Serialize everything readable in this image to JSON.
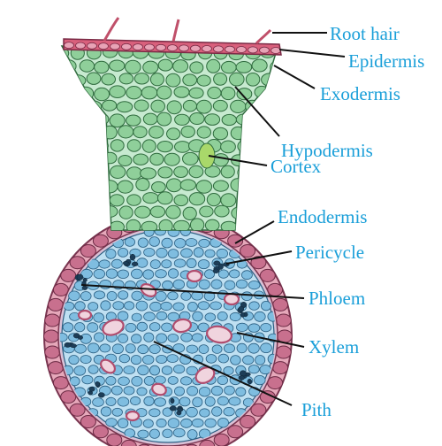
{
  "labels": [
    {
      "id": "root-hair",
      "text": "Root hair"
    },
    {
      "id": "epidermis",
      "text": "Epidermis"
    },
    {
      "id": "exodermis",
      "text": "Exodermis"
    },
    {
      "id": "hypodermis",
      "text": "Hypodermis"
    },
    {
      "id": "cortex",
      "text": "Cortex"
    },
    {
      "id": "endodermis",
      "text": "Endodermis"
    },
    {
      "id": "pericycle",
      "text": "Pericycle"
    },
    {
      "id": "phloem",
      "text": "Phloem"
    },
    {
      "id": "xylem",
      "text": "Xylem"
    },
    {
      "id": "pith",
      "text": "Pith"
    }
  ],
  "colors": {
    "label_text": "#1a9fd9",
    "leader_line": "#111111",
    "epidermis": "#d9607c",
    "epidermis_cell": "#e8a3b6",
    "root_hair": "#c0506a",
    "cortex_cell": "#8fcf9a",
    "cortex_fill": "#c7ead0",
    "cortex_outline": "#2f6b3e",
    "endodermis_ring": "#e6a8ba",
    "endodermis_cell": "#c8708e",
    "stele_fill": "#bfe0f2",
    "stele_cell": "#7fbde0",
    "stele_outline": "#2b5f82",
    "xylem_vessel": "#f0d4de",
    "xylem_wall": "#b04d6e",
    "phloem": "#1d3d57"
  }
}
